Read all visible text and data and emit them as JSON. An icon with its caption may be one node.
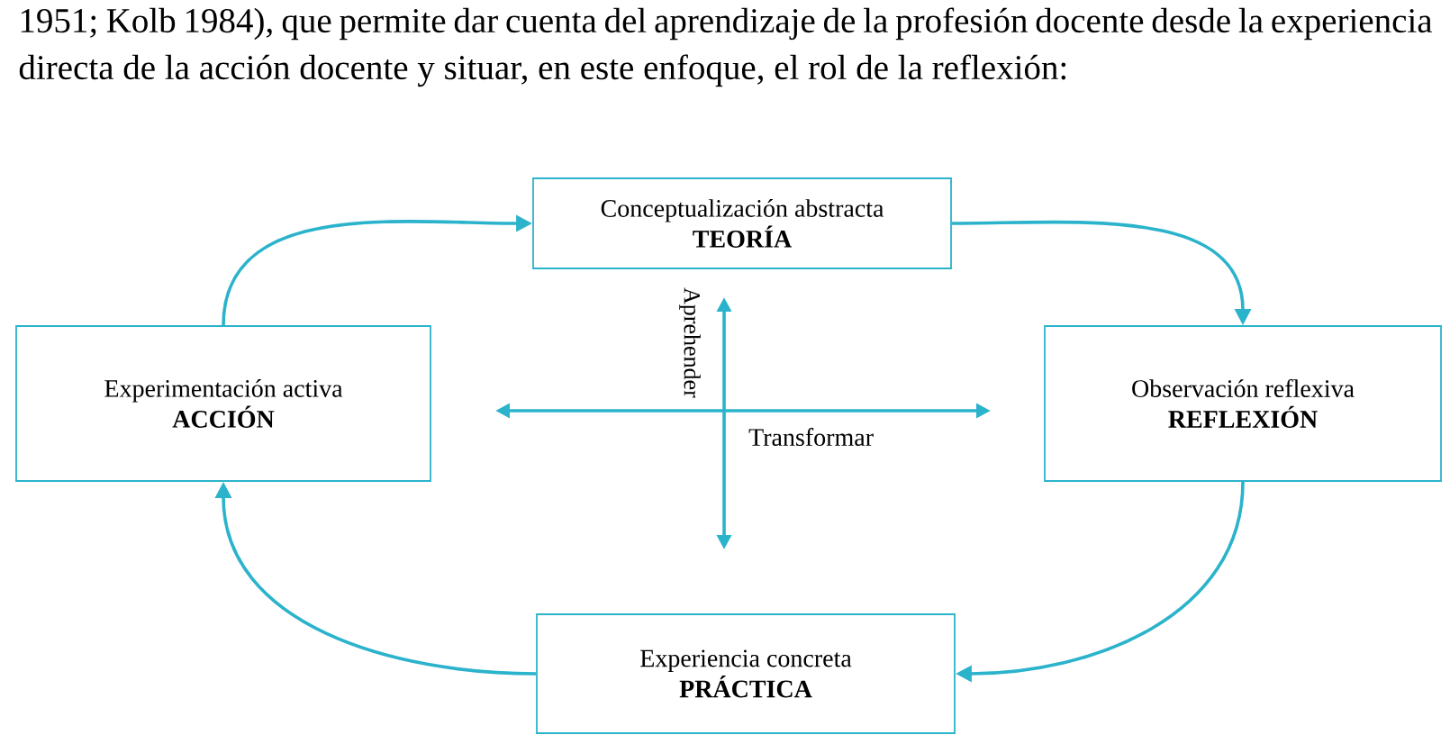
{
  "diagram": {
    "nodes": [
      {
        "text": [
          "Conceptualización abstracta",
          "TEORÍA"
        ]
      },
      {
        "text": [
          "Observación reflexiva",
          "REFLEXIÓN"
        ]
      },
      {
        "text": [
          "Experiencia concreta",
          "PRÁCTICA"
        ]
      },
      {
        "text": [
          "Experimentación activa",
          "ACCIÓN"
        ]
      }
    ],
    "edges": [
      {
        "from": 0,
        "to": 1,
        "arrow": "to"
      },
      {
        "from": 1,
        "to": 2,
        "arrow": "to"
      },
      {
        "from": 2,
        "to": 3,
        "arrow": "to"
      },
      {
        "from": 3,
        "to": 0,
        "arrow": "to"
      }
    ],
    "labels": [
      "1951; Kolb 1984), que permite dar cuenta del aprendizaje de la profesión docente desde la experiencia directa de la acción docente y situar, en este enfoque, el rol de la reflexión:",
      "Aprehender",
      "Transformar"
    ]
  }
}
